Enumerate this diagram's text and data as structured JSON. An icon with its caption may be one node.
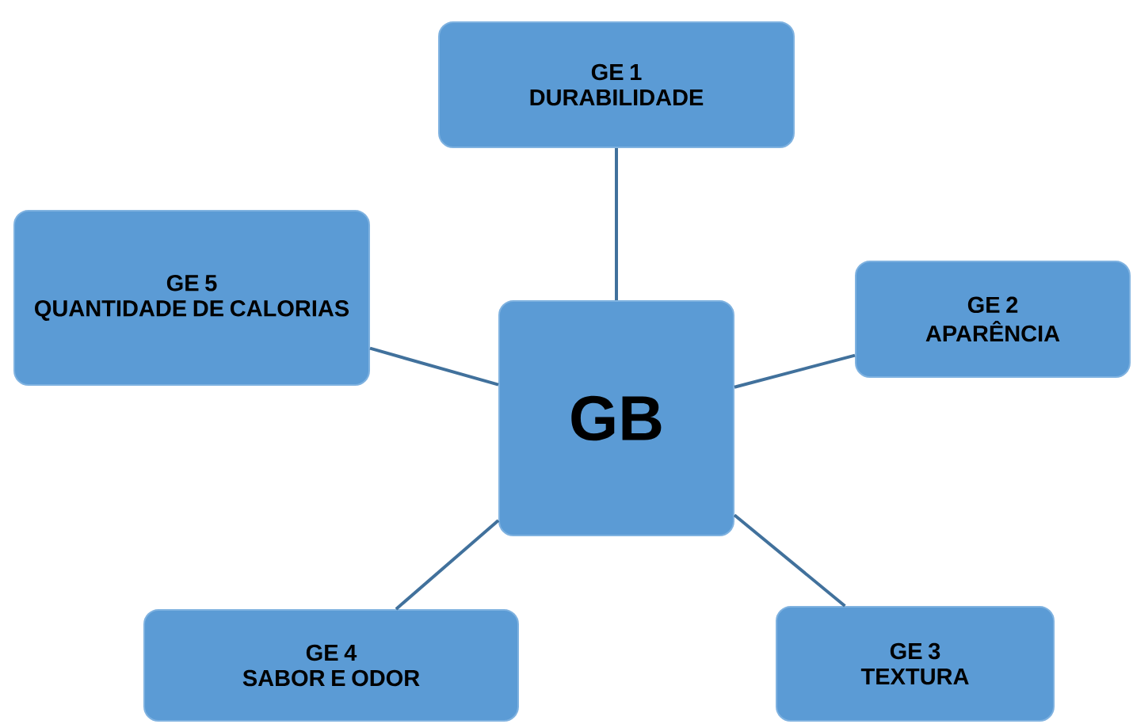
{
  "diagram": {
    "nodes": [
      {
        "text": [
          "GE 1",
          "DURABILIDADE"
        ]
      },
      {
        "text": [
          "GE 5",
          "QUANTIDADE DE CALORIAS"
        ]
      },
      {
        "text": [
          "GE 2",
          "APARÊNCIA"
        ]
      },
      {
        "text": [
          "GB"
        ]
      },
      {
        "text": [
          "GE 4",
          "SABOR E ODOR"
        ]
      },
      {
        "text": [
          "GE 3",
          "TEXTURA"
        ]
      }
    ],
    "edges": [
      {
        "from": 3,
        "to": 0,
        "arrow": "none"
      },
      {
        "from": 3,
        "to": 2,
        "arrow": "none"
      },
      {
        "from": 3,
        "to": 5,
        "arrow": "none"
      },
      {
        "from": 3,
        "to": 4,
        "arrow": "none"
      },
      {
        "from": 3,
        "to": 1,
        "arrow": "none"
      }
    ]
  }
}
